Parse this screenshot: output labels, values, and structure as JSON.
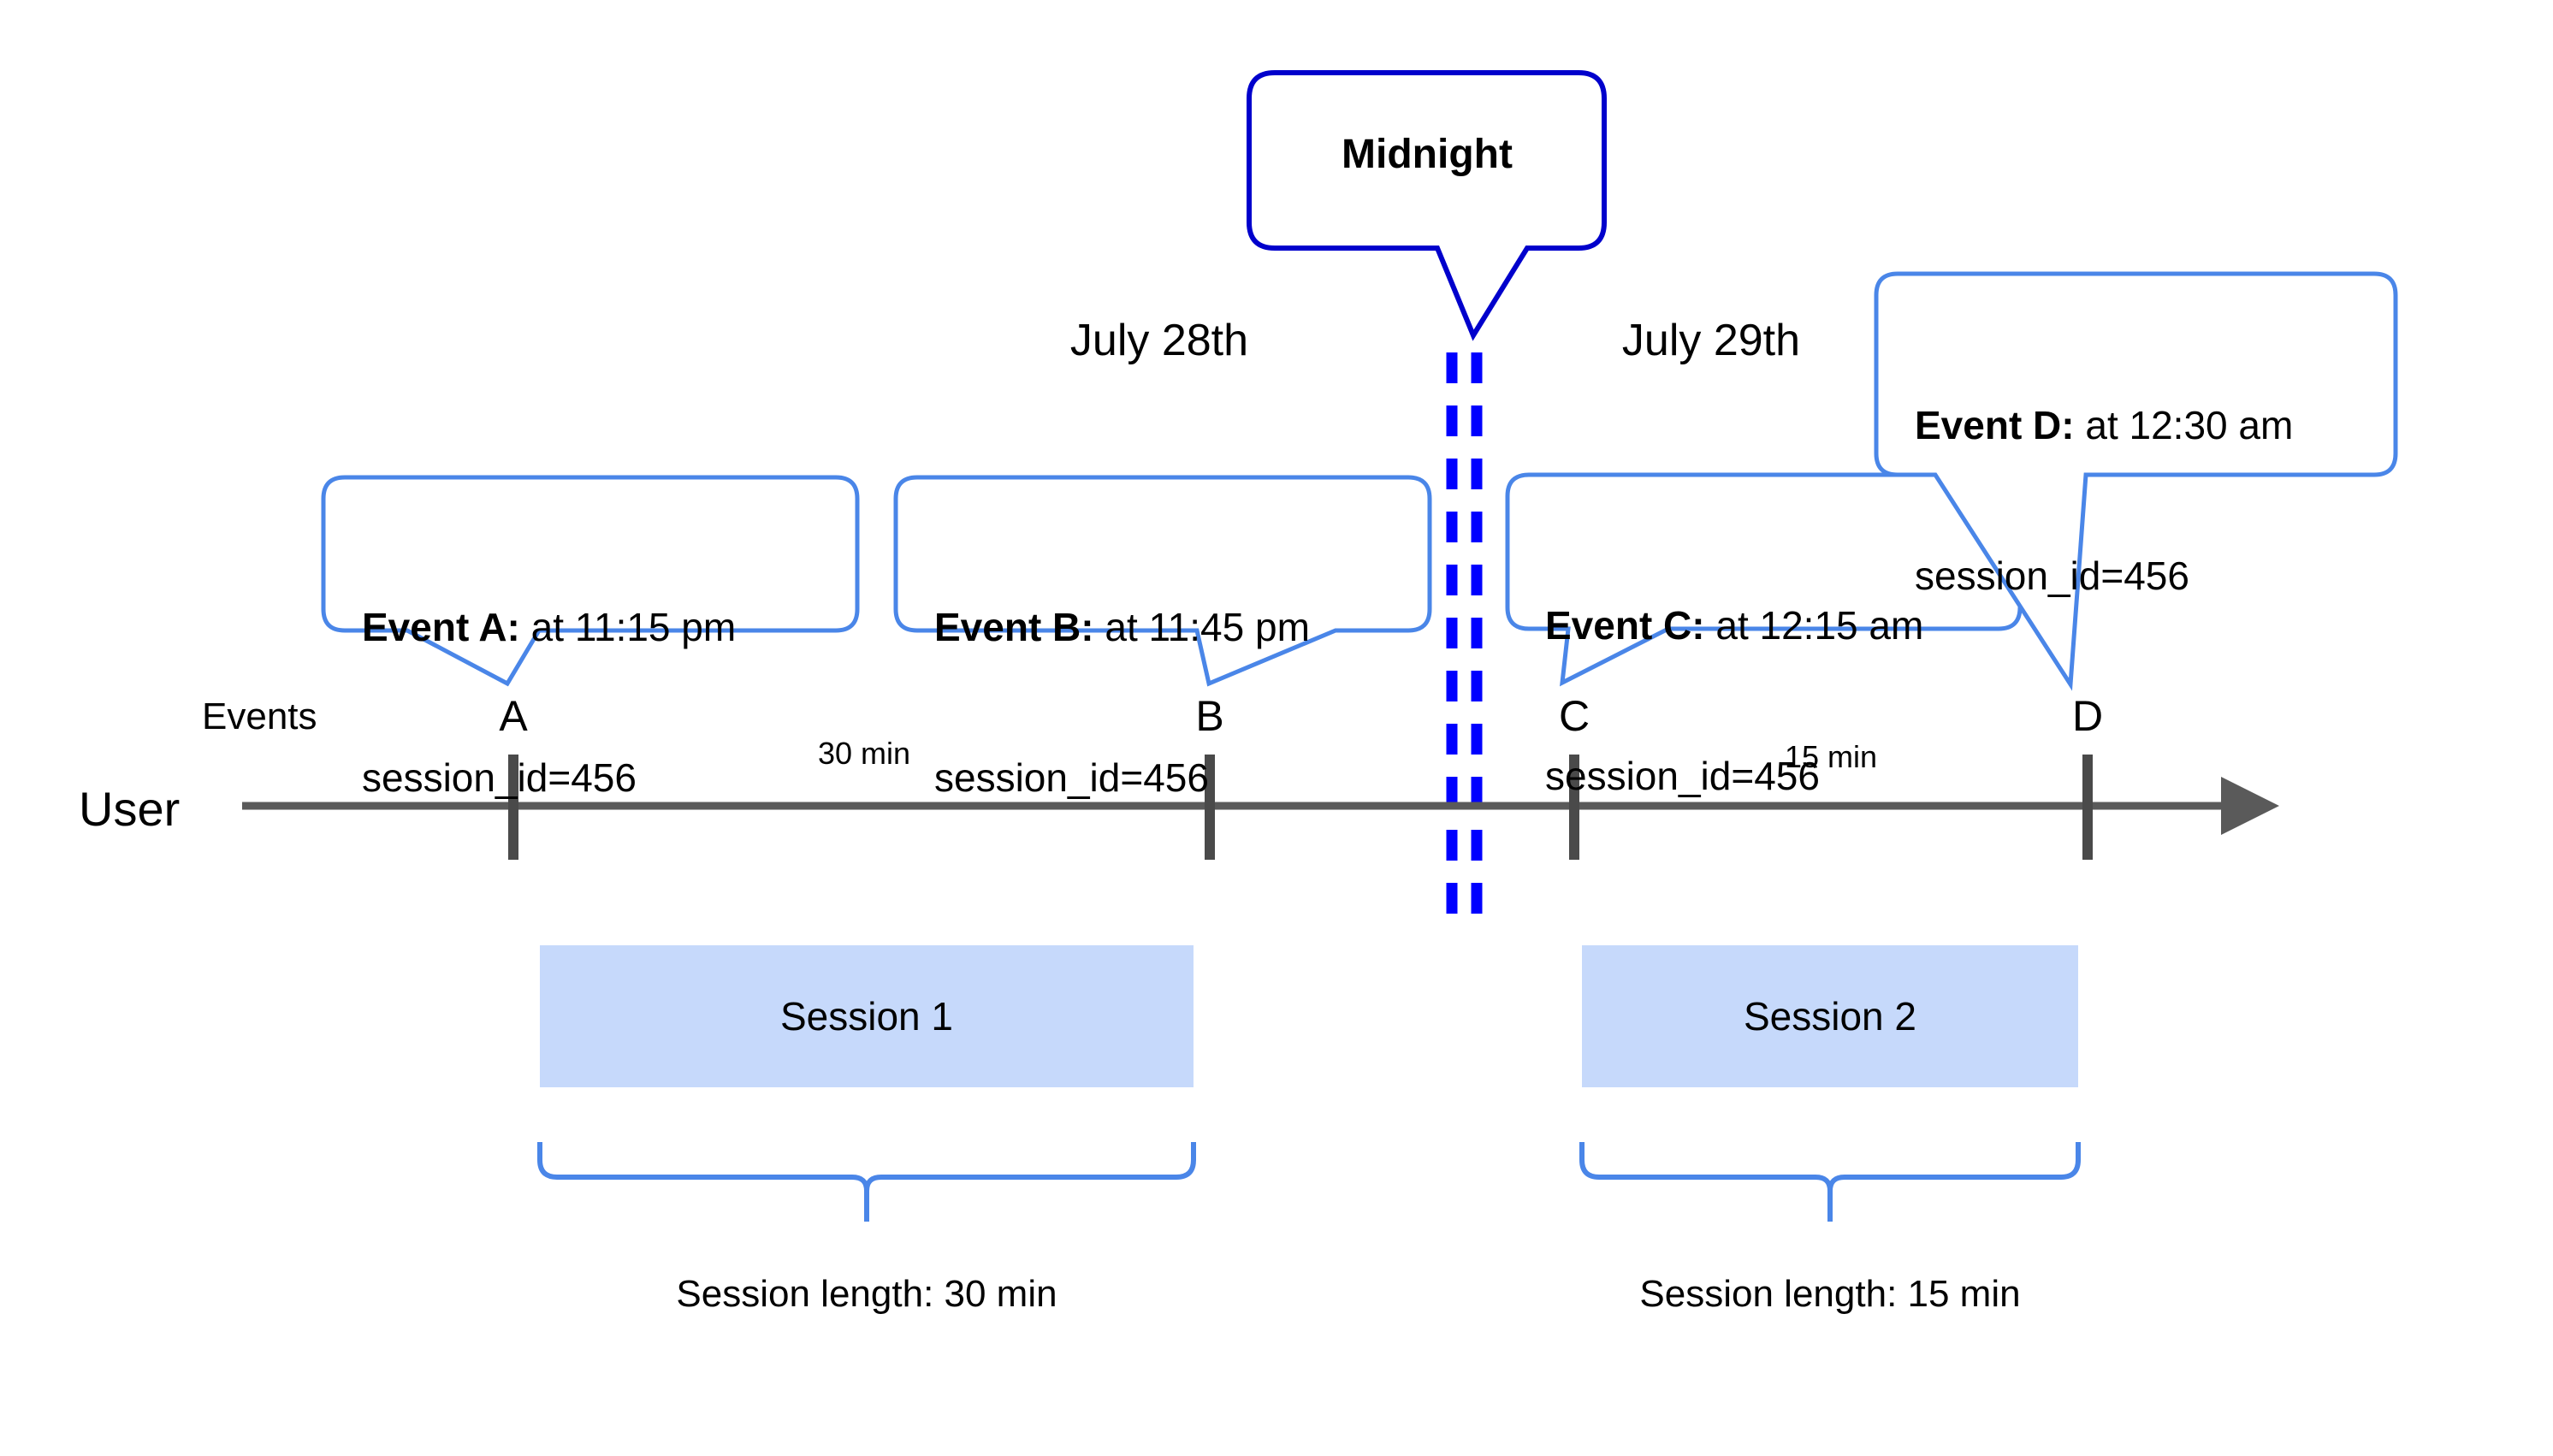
{
  "diagram": {
    "title_text": "Midnight",
    "axis_row_label": "User",
    "events_row_label": "Events",
    "dates": [
      {
        "label": "July 28th"
      },
      {
        "label": "July 29th"
      }
    ],
    "midnight": {
      "label": "Midnight",
      "line_color": "#0000FF",
      "callout_border_color": "#0000CC"
    },
    "events": [
      {
        "marker": "A",
        "title": "Event A:",
        "time": " at 11:15 pm",
        "session_id": "session_id=456"
      },
      {
        "marker": "B",
        "title": "Event B:",
        "time": " at 11:45 pm",
        "session_id": "session_id=456"
      },
      {
        "marker": "C",
        "title": "Event C:",
        "time": " at 12:15 am",
        "session_id": "session_id=456"
      },
      {
        "marker": "D",
        "title": "Event D:",
        "time": " at 12:30 am",
        "session_id": "session_id=456"
      }
    ],
    "gaps": [
      {
        "label": "30 min"
      },
      {
        "label": "15 min"
      }
    ],
    "sessions": [
      {
        "box_label": "Session 1",
        "length_label": "Session length: 30 min"
      },
      {
        "box_label": "Session 2",
        "length_label": "Session length: 15 min"
      }
    ],
    "colors": {
      "callout_border": "#4a86e8",
      "session_fill": "#c6d9fb",
      "axis": "#5a5a5a",
      "midnight_blue": "#0000FF",
      "text": "#000000"
    }
  }
}
